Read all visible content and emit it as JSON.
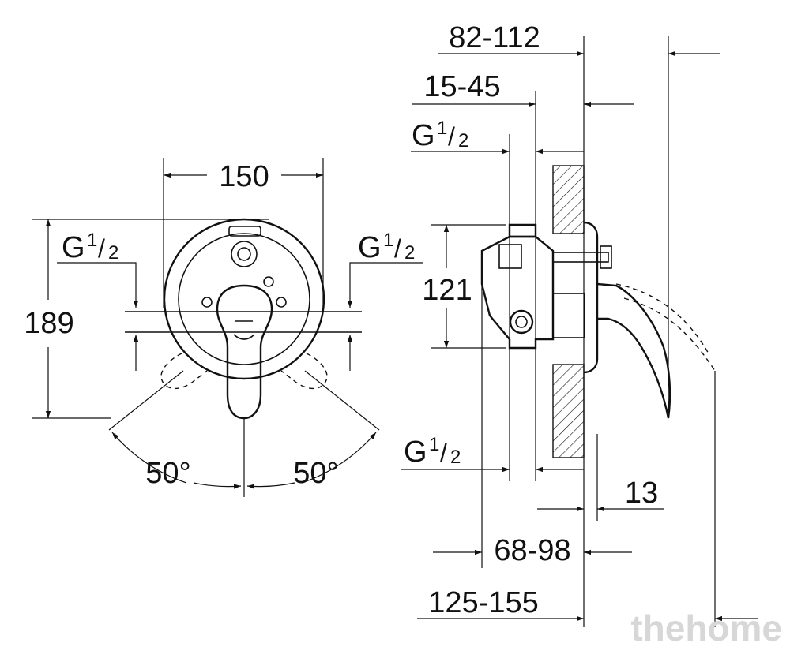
{
  "front_view": {
    "width_dim": "150",
    "height_dim": "189",
    "angle_left": "50°",
    "angle_right": "50°",
    "thread_left": {
      "main": "G",
      "num": "1",
      "den": "2"
    },
    "thread_right": {
      "main": "G",
      "num": "1",
      "den": "2"
    }
  },
  "side_view": {
    "dim_top": "82-112",
    "dim_second": "15-45",
    "dim_121": "121",
    "dim_13": "13",
    "dim_68_98": "68-98",
    "dim_125_155": "125-155",
    "thread_top": {
      "main": "G",
      "num": "1",
      "den": "2"
    },
    "thread_bottom": {
      "main": "G",
      "num": "1",
      "den": "2"
    }
  },
  "watermark": "thehome"
}
